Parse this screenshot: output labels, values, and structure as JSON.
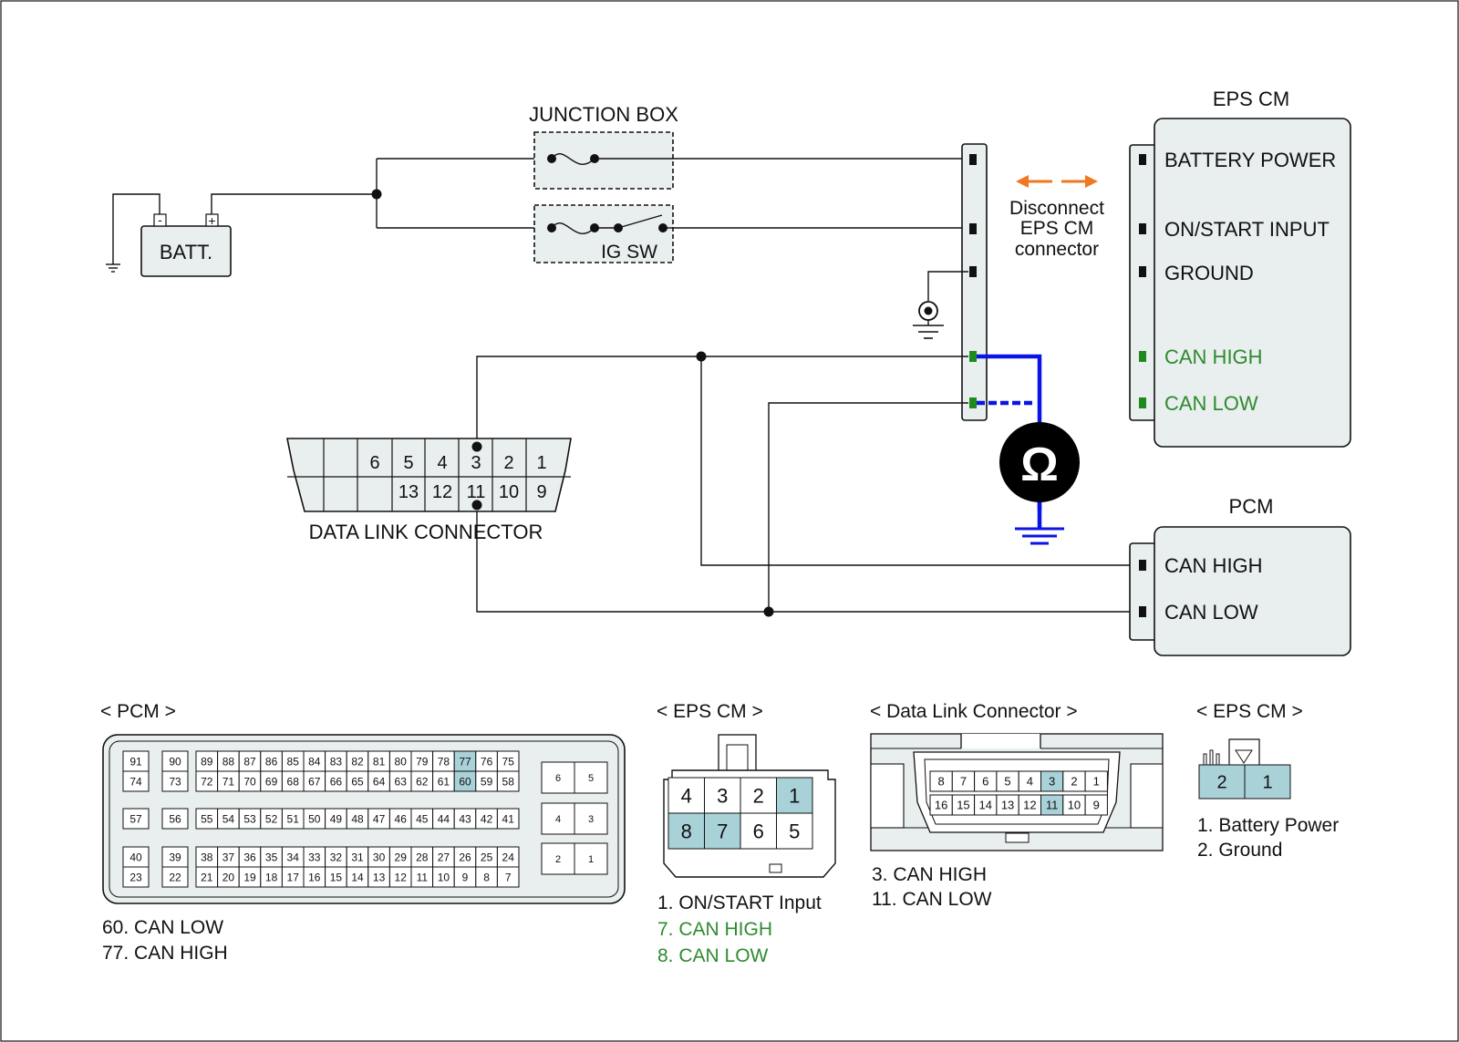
{
  "colors": {
    "background": "#ffffff",
    "component_fill": "#e9eeee",
    "highlight_pin": "#a9d1d8",
    "can_wire": "#0a14e6",
    "can_text": "#2e8b2e",
    "disconnect_arrow": "#f07820",
    "meter": "#000000"
  },
  "schematic": {
    "battery": {
      "label": "BATT.",
      "neg": "-",
      "pos": "+"
    },
    "junction_box": {
      "title": "JUNCTION BOX",
      "ig_switch": "IG SW"
    },
    "disconnect_note": [
      "Disconnect",
      "EPS CM",
      "connector"
    ],
    "eps_cm": {
      "title": "EPS CM",
      "pins": [
        "BATTERY POWER",
        "ON/START INPUT",
        "GROUND",
        "CAN HIGH",
        "CAN LOW"
      ]
    },
    "pcm": {
      "title": "PCM",
      "pins": [
        "CAN HIGH",
        "CAN LOW"
      ]
    },
    "dlc": {
      "label": "DATA LINK CONNECTOR",
      "top_row": [
        "",
        "",
        "6",
        "5",
        "4",
        "3",
        "2",
        "1"
      ],
      "bottom_row": [
        "",
        "",
        "",
        "13",
        "12",
        "11",
        "10",
        "9"
      ]
    },
    "meter_icon": "ohmmeter-icon",
    "meter_symbol": "Ω"
  },
  "connectors": {
    "pcm": {
      "title": "< PCM >",
      "notes": [
        "60. CAN LOW",
        "77. CAN HIGH"
      ],
      "highlighted": [
        "77",
        "60"
      ],
      "left_pairs": [
        [
          "91",
          "74"
        ],
        [
          "90",
          "73"
        ],
        [
          "57",
          "56"
        ],
        [
          "40",
          "23"
        ],
        [
          "39",
          "22"
        ]
      ],
      "row1": [
        "89",
        "88",
        "87",
        "86",
        "85",
        "84",
        "83",
        "82",
        "81",
        "80",
        "79",
        "78",
        "77",
        "76",
        "75"
      ],
      "row2": [
        "72",
        "71",
        "70",
        "69",
        "68",
        "67",
        "66",
        "65",
        "64",
        "63",
        "62",
        "61",
        "60",
        "59",
        "58"
      ],
      "row3": [
        "55",
        "54",
        "53",
        "52",
        "51",
        "50",
        "49",
        "48",
        "47",
        "46",
        "45",
        "44",
        "43",
        "42",
        "41"
      ],
      "row4": [
        "38",
        "37",
        "36",
        "35",
        "34",
        "33",
        "32",
        "31",
        "30",
        "29",
        "28",
        "27",
        "26",
        "25",
        "24"
      ],
      "row5": [
        "21",
        "20",
        "19",
        "18",
        "17",
        "16",
        "15",
        "14",
        "13",
        "12",
        "11",
        "10",
        "9",
        "8",
        "7"
      ],
      "right_pairs": [
        [
          "6",
          "5"
        ],
        [
          "4",
          "3"
        ],
        [
          "2",
          "1"
        ]
      ]
    },
    "eps_cm_8pin": {
      "title": "< EPS CM >",
      "top_row": [
        "4",
        "3",
        "2",
        "1"
      ],
      "bottom_row": [
        "8",
        "7",
        "6",
        "5"
      ],
      "highlighted": [
        "1",
        "8",
        "7"
      ],
      "notes": [
        "1. ON/START Input",
        "7. CAN HIGH",
        "8. CAN LOW"
      ]
    },
    "dlc": {
      "title": "< Data Link Connector >",
      "top_row": [
        "8",
        "7",
        "6",
        "5",
        "4",
        "3",
        "2",
        "1"
      ],
      "bottom_row": [
        "16",
        "15",
        "14",
        "13",
        "12",
        "11",
        "10",
        "9"
      ],
      "highlighted": [
        "3",
        "11"
      ],
      "notes": [
        "3. CAN HIGH",
        "11. CAN LOW"
      ]
    },
    "eps_cm_2pin": {
      "title": "< EPS CM >",
      "pins": [
        "2",
        "1"
      ],
      "notes": [
        "1. Battery Power",
        "2. Ground"
      ]
    }
  }
}
